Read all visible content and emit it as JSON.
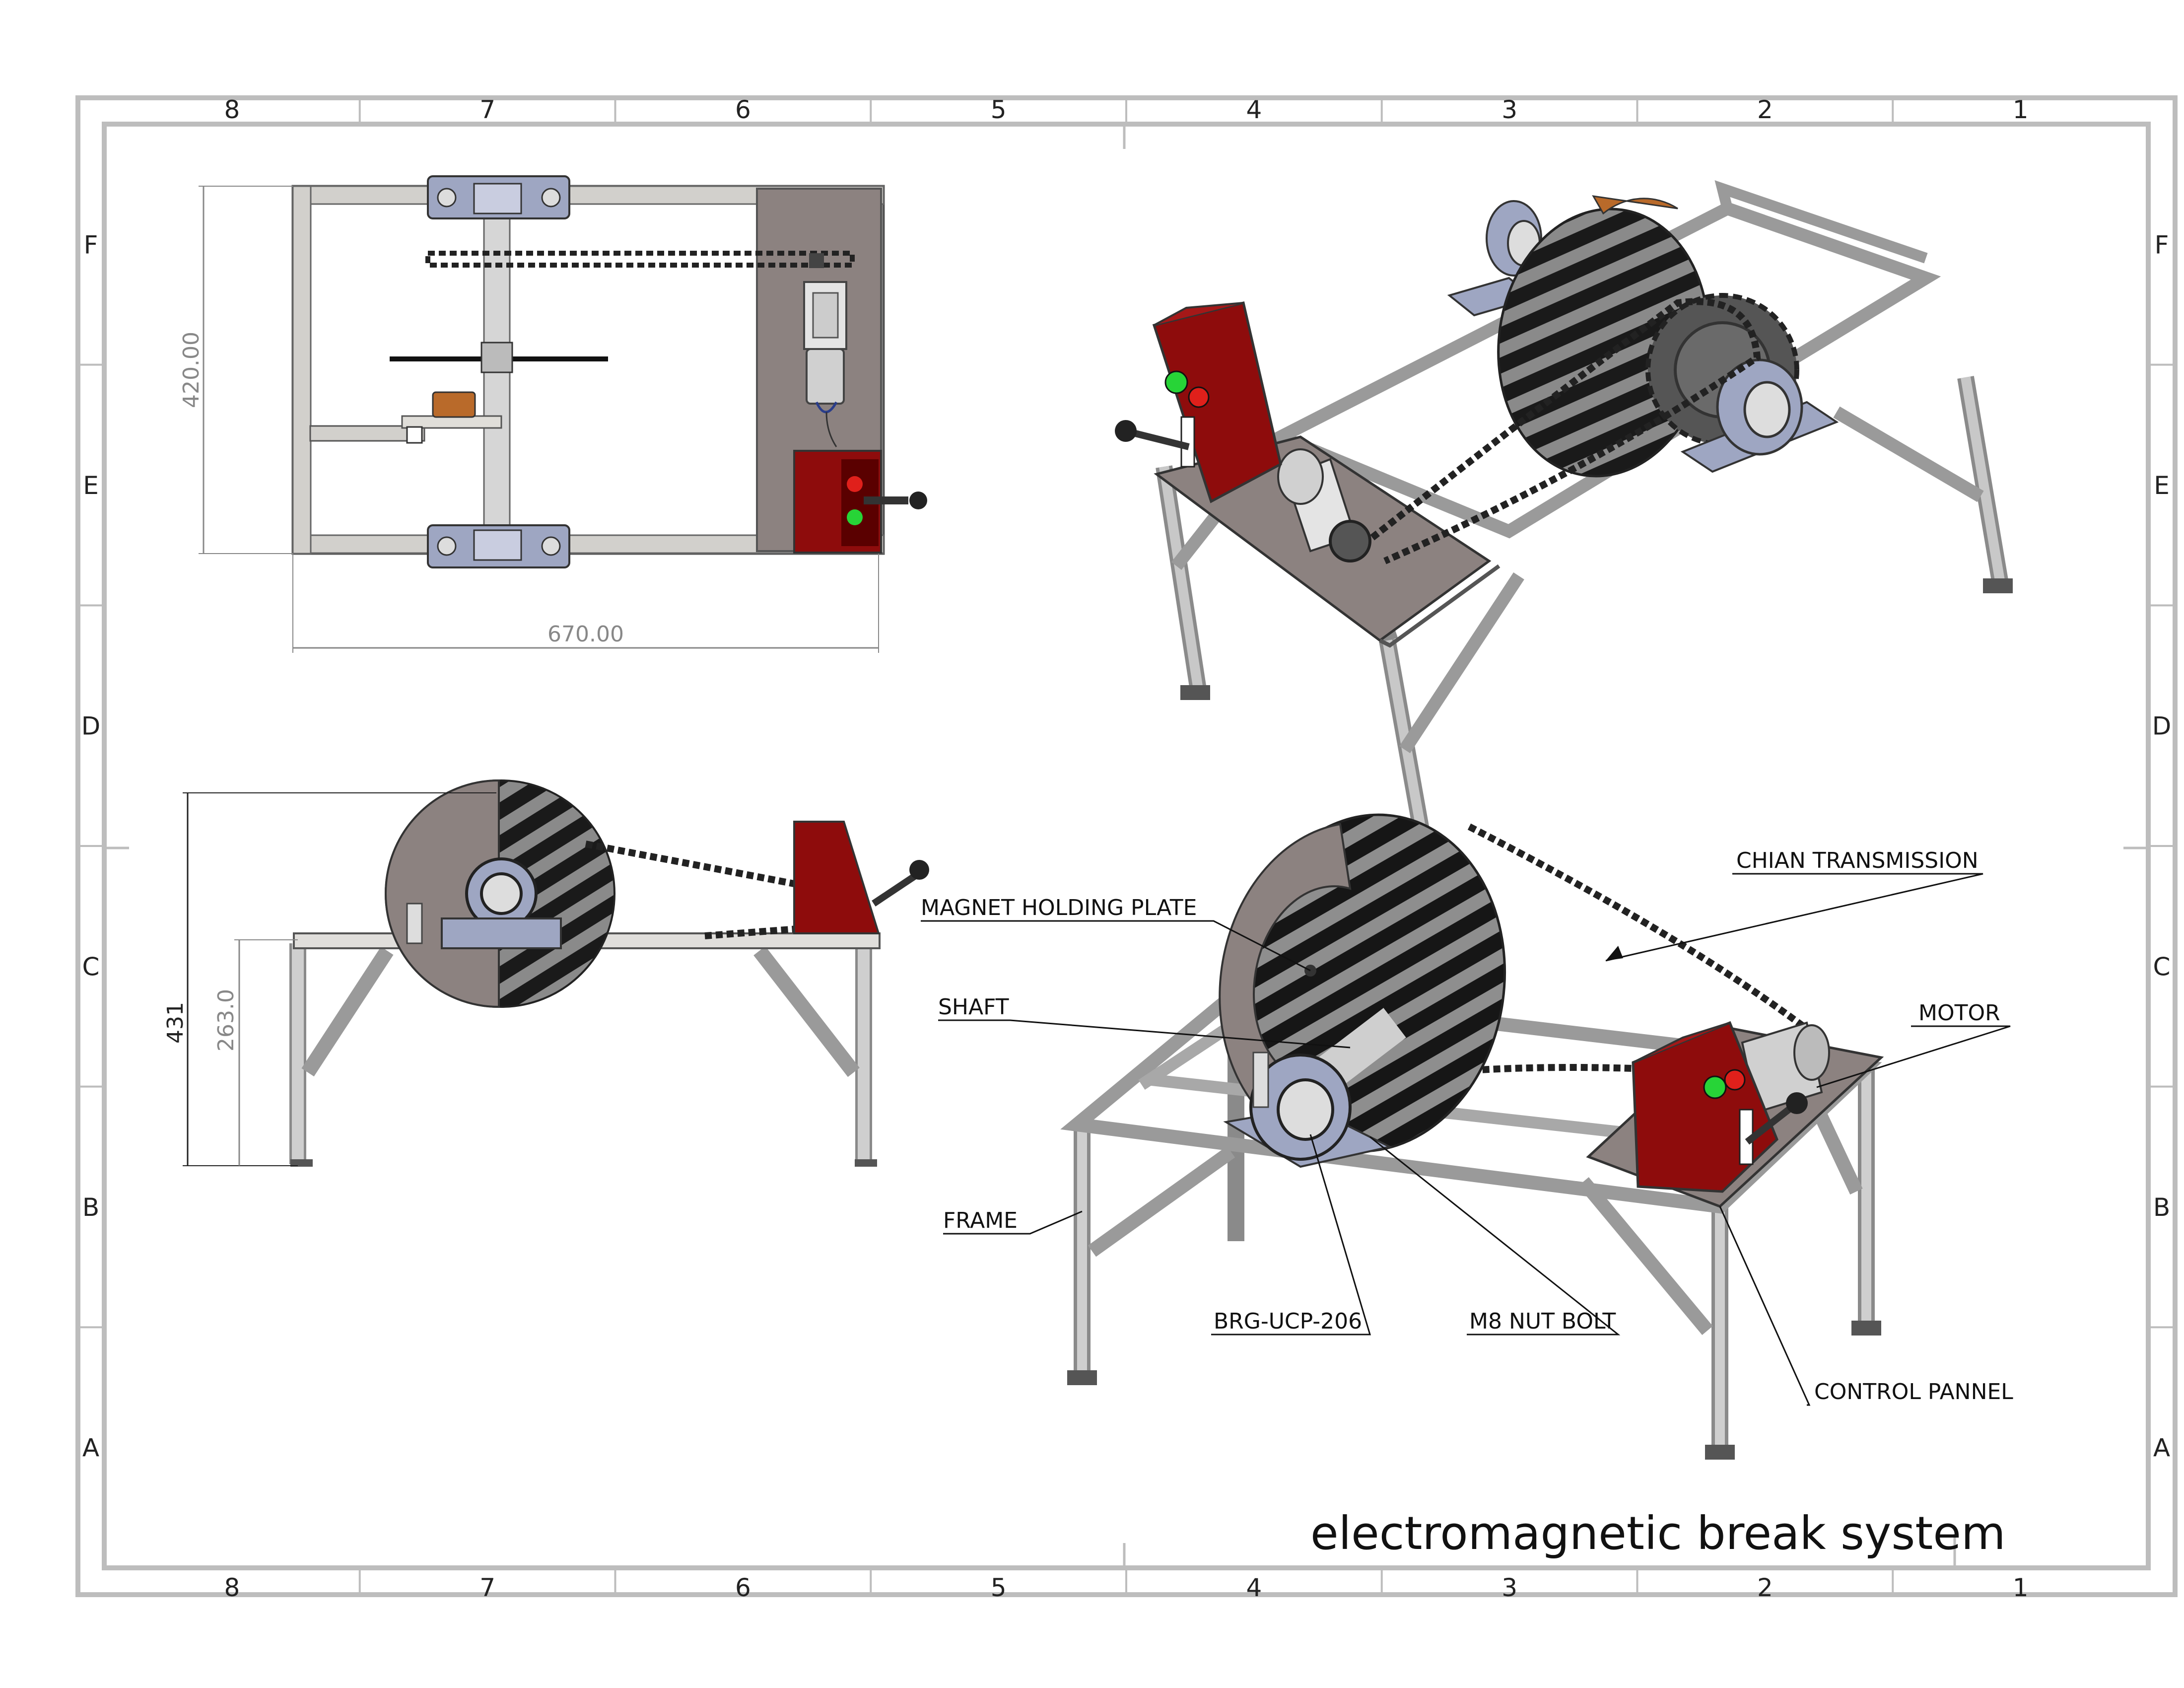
{
  "title": "electromagnetic break system",
  "zones": {
    "columns": [
      "8",
      "7",
      "6",
      "5",
      "4",
      "3",
      "2",
      "1"
    ],
    "rows": [
      "F",
      "E",
      "D",
      "C",
      "B",
      "A"
    ]
  },
  "dimensions": {
    "top_height": "420.00",
    "top_width": "670.00",
    "side_total": "431",
    "side_table": "263.0"
  },
  "callouts": {
    "magnet_plate": "MAGNET HOLDING PLATE",
    "shaft": "SHAFT",
    "frame": "FRAME",
    "bearing": "BRG-UCP-206",
    "nut_bolt": "M8 NUT BOLT",
    "control": "CONTROL PANNEL",
    "motor": "MOTOR",
    "chain": "CHIAN TRANSMISSION"
  },
  "colors": {
    "frame": "#b9b6b2",
    "plate": "#8c8280",
    "red_box": "#8e0c0c",
    "disc_dark": "#1a1a1a",
    "bearing": "#9ea6c2",
    "magnet": "#b96a2a",
    "btn_green": "#27d437",
    "btn_red": "#e0201b"
  }
}
